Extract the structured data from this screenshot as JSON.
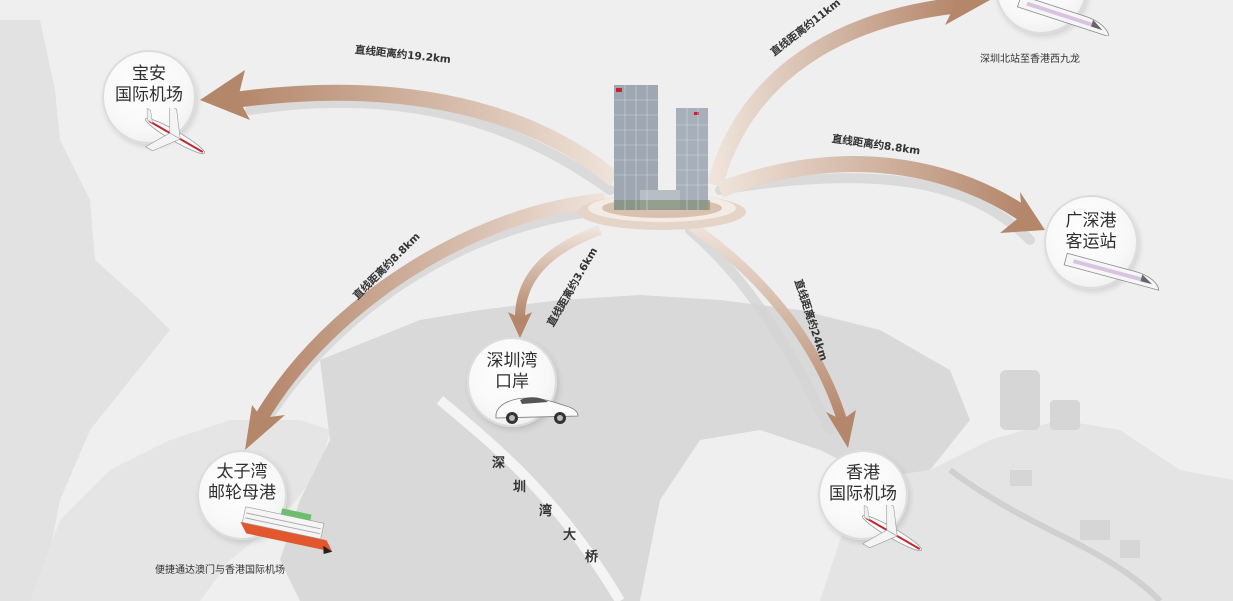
{
  "colors": {
    "background": "#efefef",
    "land": "#dedede",
    "arrow": "#b98a6e",
    "arrow_light": "#e4cdbd",
    "shadow": "#d2d2d2",
    "text": "#2f2f2f"
  },
  "center": {
    "name": "project-towers",
    "icon": "twin-tower-building"
  },
  "destinations": [
    {
      "id": "baoan-airport",
      "label_line1": "宝安",
      "label_line2": "国际机场",
      "distance": "直线距离约19.2km",
      "icon": "airplane-icon"
    },
    {
      "id": "shenzhen-north",
      "label_line1": "",
      "label_line2": "",
      "distance": "直线距离约11km",
      "note": "深圳北站至香港西九龙",
      "icon": "high-speed-train-icon"
    },
    {
      "id": "guangshen-hk-station",
      "label_line1": "广深港",
      "label_line2": "客运站",
      "distance": "直线距离约8.8km",
      "icon": "high-speed-train-icon"
    },
    {
      "id": "shenzhen-bay-port",
      "label_line1": "深圳湾",
      "label_line2": "口岸",
      "distance": "直线距离约3.6km",
      "icon": "car-icon"
    },
    {
      "id": "taiziwan-cruise",
      "label_line1": "太子湾",
      "label_line2": "邮轮母港",
      "distance": "直线距离约8.8km",
      "note": "便捷通达澳门与香港国际机场",
      "icon": "cruise-ship-icon"
    },
    {
      "id": "hk-airport",
      "label_line1": "香港",
      "label_line2": "国际机场",
      "distance": "直线距离约24km",
      "icon": "airplane-icon"
    }
  ],
  "bridge": {
    "chars": [
      "深",
      "圳",
      "湾",
      "大",
      "桥"
    ]
  }
}
